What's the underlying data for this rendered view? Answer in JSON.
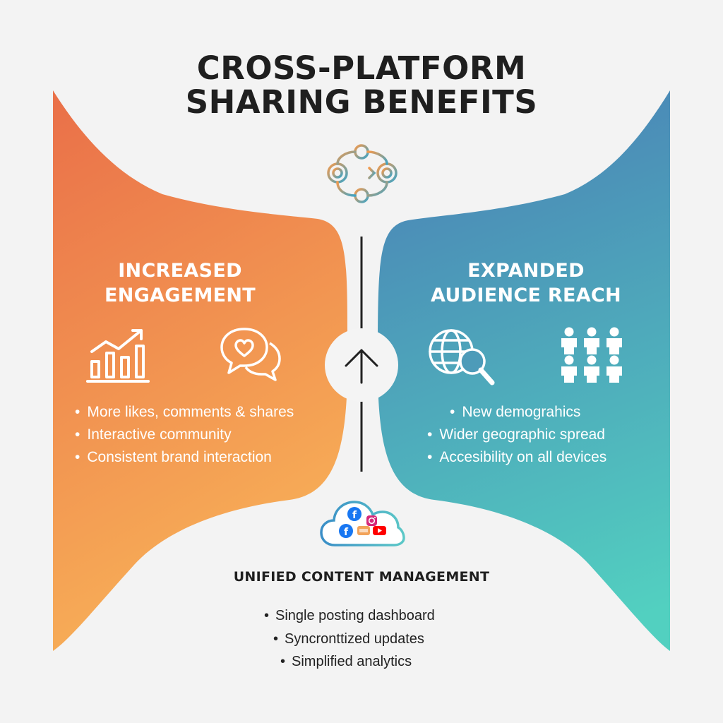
{
  "header": {
    "title_line1": "CROSS-PLATFORM",
    "title_line2": "SHARING BENEFITS"
  },
  "left_panel": {
    "title_line1": "INCREASED",
    "title_line2": "ENGAGEMENT",
    "bullets": [
      "More likes, comments & shares",
      "Interactive community",
      "Consistent brand interaction"
    ],
    "icons": [
      "bar-chart-growth-icon",
      "chat-heart-icon"
    ],
    "gradient": [
      "#ee7a4c",
      "#f6a957"
    ]
  },
  "right_panel": {
    "title_line1": "EXPANDED",
    "title_line2": "AUDIENCE REACH",
    "bullets": [
      "New demograhics",
      "Wider geographic spread",
      "Accesibility on all devices"
    ],
    "icons": [
      "globe-search-icon",
      "people-group-icon"
    ],
    "gradient": [
      "#4a86b8",
      "#52cdbf"
    ]
  },
  "bottom": {
    "title": "UNIFIED CONTENT MANAGEMENT",
    "bullets": [
      "Single posting dashboard",
      "Syncronttized updates",
      "Simplified analytics"
    ],
    "cloud_icons": [
      "facebook-icon",
      "instagram-icon",
      "facebook-icon",
      "youtube-icon",
      "youtube-icon"
    ]
  },
  "center_icons": [
    "network-share-icon",
    "arrow-up-icon"
  ],
  "colors": {
    "background": "#f3f3f3",
    "text_dark": "#1f1f1f",
    "facebook": "#1877f2",
    "youtube": "#ff0000"
  }
}
